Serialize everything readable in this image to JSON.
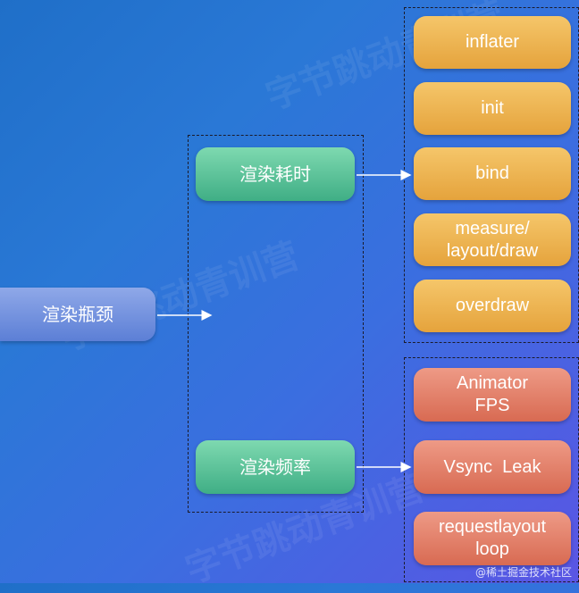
{
  "root": {
    "label": "渲染瓶颈"
  },
  "branches": [
    {
      "label": "渲染耗时"
    },
    {
      "label": "渲染频率"
    }
  ],
  "time_items": [
    "inflater",
    "init",
    "bind",
    "measure/\nlayout/draw",
    "overdraw"
  ],
  "freq_items": [
    "Animator\nFPS",
    "Vsync  Leak",
    "requestlayout\nloop"
  ],
  "watermark": "字节跳动青训营",
  "footer": "@稀土掘金技术社区"
}
